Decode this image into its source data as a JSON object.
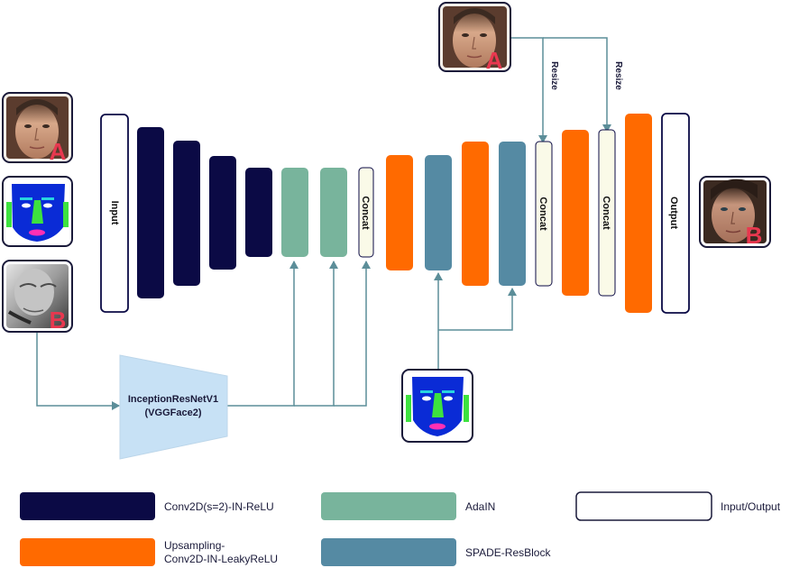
{
  "blocks": {
    "input_label": "Input",
    "output_label": "Output",
    "concat_label": "Concat",
    "resize_label": "Resize"
  },
  "encoder": {
    "line1": "InceptionResNetV1",
    "line2": "(VGGFace2)"
  },
  "images": {
    "identity_letter": "A",
    "target_letter": "B",
    "output_letter": "B"
  },
  "legend": {
    "conv": "Conv2D(s=2)-IN-ReLU",
    "adain": "AdaIN",
    "io": "Input/Output",
    "up_line1": "Upsampling-",
    "up_line2": "Conv2D-IN-LeakyReLU",
    "spade": "SPADE-ResBlock"
  },
  "colors": {
    "conv": "#0b0a45",
    "adain": "#78b49c",
    "upsample": "#ff6a00",
    "spade": "#558aa3",
    "concat": "#fafae8",
    "encoder": "#c7e1f5",
    "wire": "#5c8e99",
    "letter": "#e8384f"
  }
}
